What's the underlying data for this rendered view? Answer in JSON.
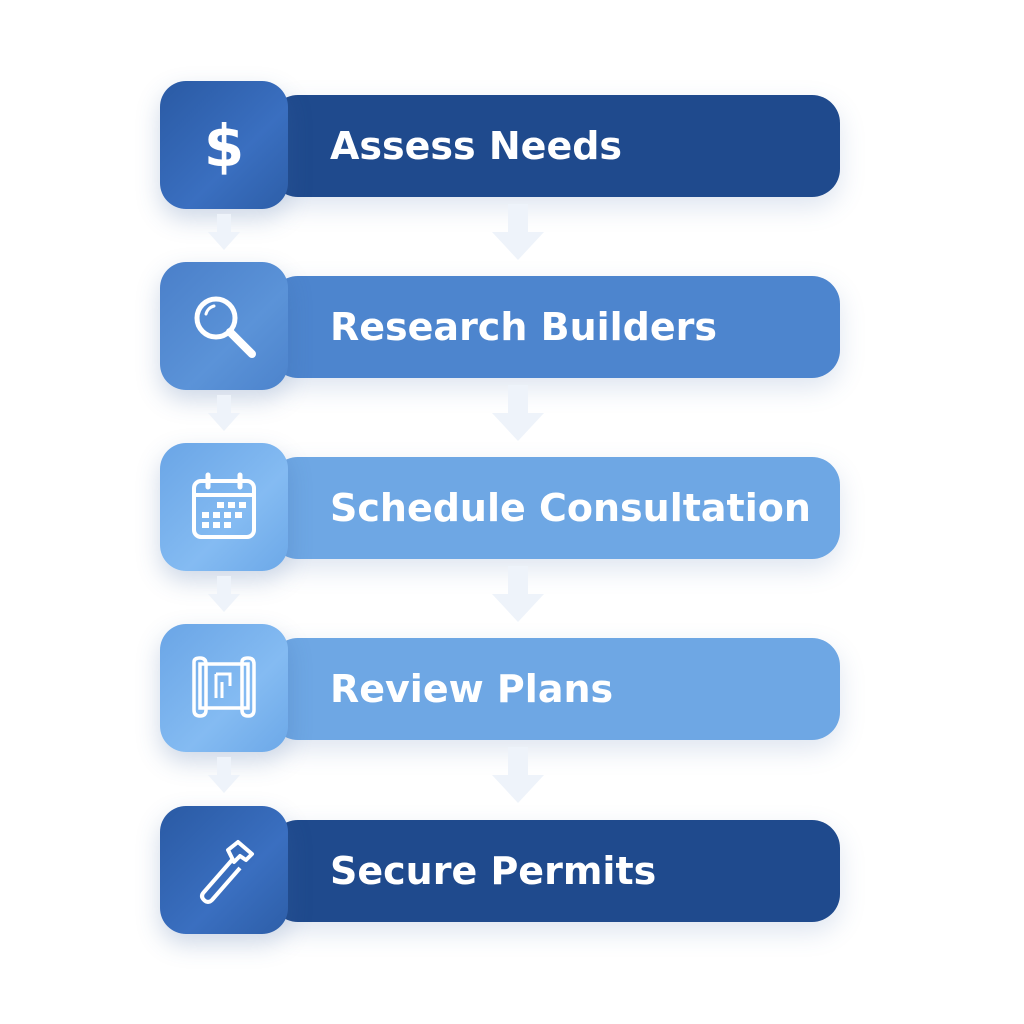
{
  "steps": [
    {
      "label": "Assess Needs",
      "icon": "dollar-icon",
      "tone": "dark"
    },
    {
      "label": "Research Builders",
      "icon": "magnifier-icon",
      "tone": "mid"
    },
    {
      "label": "Schedule Consultation",
      "icon": "calendar-icon",
      "tone": "light"
    },
    {
      "label": "Review Plans",
      "icon": "blueprint-icon",
      "tone": "light"
    },
    {
      "label": "Secure Permits",
      "icon": "hammer-icon",
      "tone": "dark"
    }
  ],
  "colors": {
    "dark": "#1f4a8d",
    "mid": "#4d85ce",
    "light": "#6ea7e4",
    "arrow": "#eef3fa"
  }
}
